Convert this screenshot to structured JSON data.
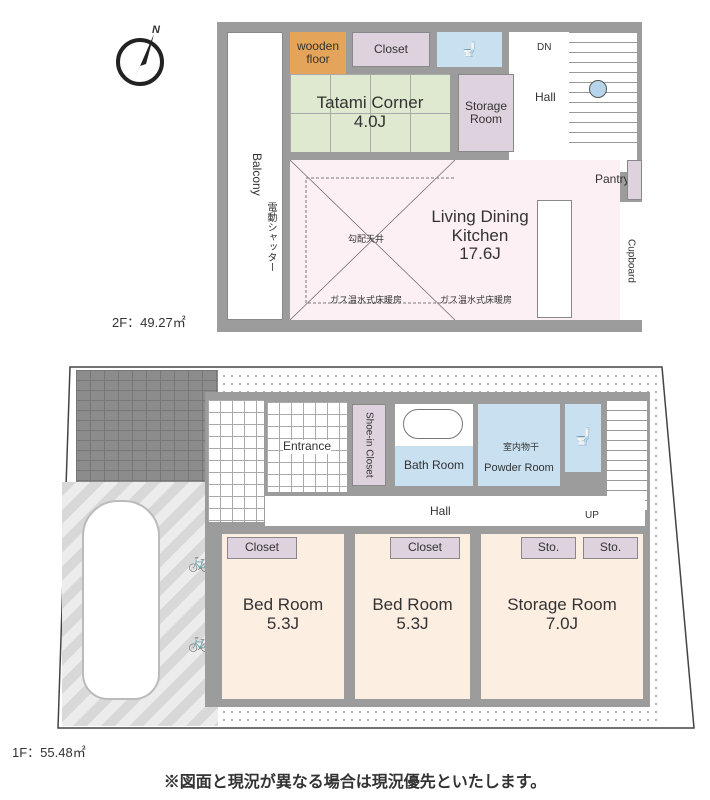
{
  "floor2": {
    "label": "2F：49.27㎡",
    "rooms": {
      "wooden_floor": "wooden floor",
      "closet": "Closet",
      "dn": "DN",
      "hall": "Hall",
      "tatami": "Tatami Corner",
      "tatami_size": "4.0J",
      "storage": "Storage Room",
      "pantry": "Pantry",
      "ldk": "Living Dining Kitchen",
      "ldk_size": "17.6J",
      "ceiling": "勾配天井",
      "floor_heat_1": "ガス温水式床暖房",
      "floor_heat_2": "ガス温水式床暖房",
      "cupboard": "Cupboard",
      "balcony": "Balcony",
      "shutter": "電動シャッター"
    }
  },
  "floor1": {
    "label": "1F：55.48㎡",
    "rooms": {
      "entrance": "Entrance",
      "shoe_closet": "Shoe-in Closet",
      "bath": "Bath Room",
      "indoor_drying": "室内物干",
      "powder": "Powder Room",
      "hall": "Hall",
      "up": "UP",
      "closet1": "Closet",
      "closet2": "Closet",
      "sto1": "Sto.",
      "sto2": "Sto.",
      "bed1": "Bed Room",
      "bed1_size": "5.3J",
      "bed2": "Bed Room",
      "bed2_size": "5.3J",
      "storage": "Storage Room",
      "storage_size": "7.0J"
    }
  },
  "compass": "N",
  "footer_note": "※図面と現況が異なる場合は現況優先といたします。"
}
